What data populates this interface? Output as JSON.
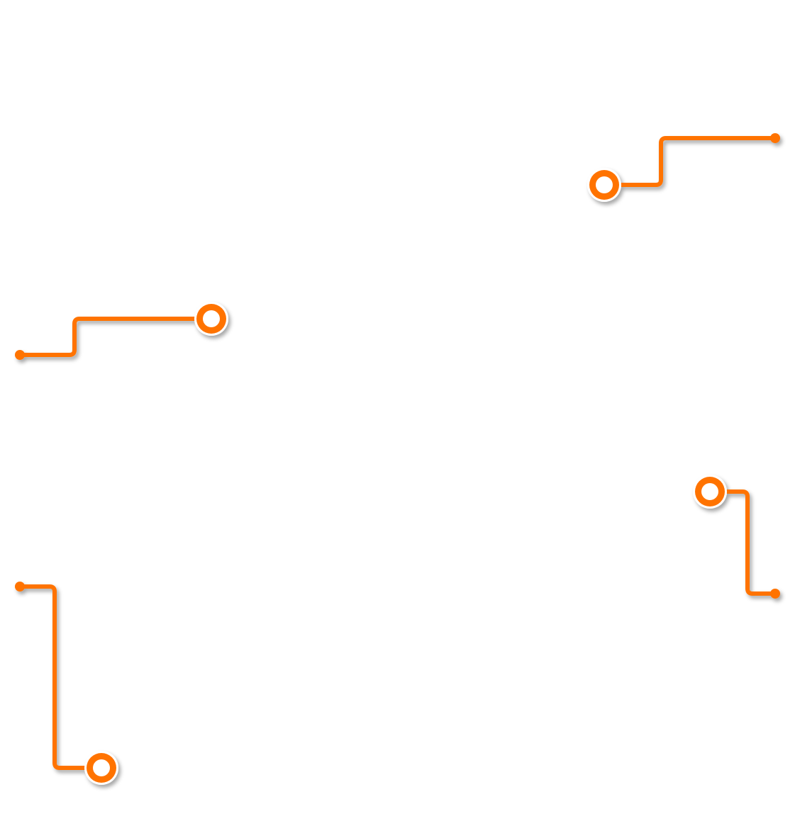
{
  "colors": {
    "accent": "#ff7300",
    "ring_border": "#ffffff",
    "background": "#ffffff"
  },
  "connectors": [
    {
      "name": "connector-top-right",
      "start": "ring",
      "end": "dot"
    },
    {
      "name": "connector-middle-left",
      "start": "ring",
      "end": "dot"
    },
    {
      "name": "connector-right",
      "start": "ring",
      "end": "dot"
    },
    {
      "name": "connector-bottom-left",
      "start": "ring",
      "end": "dot"
    }
  ]
}
